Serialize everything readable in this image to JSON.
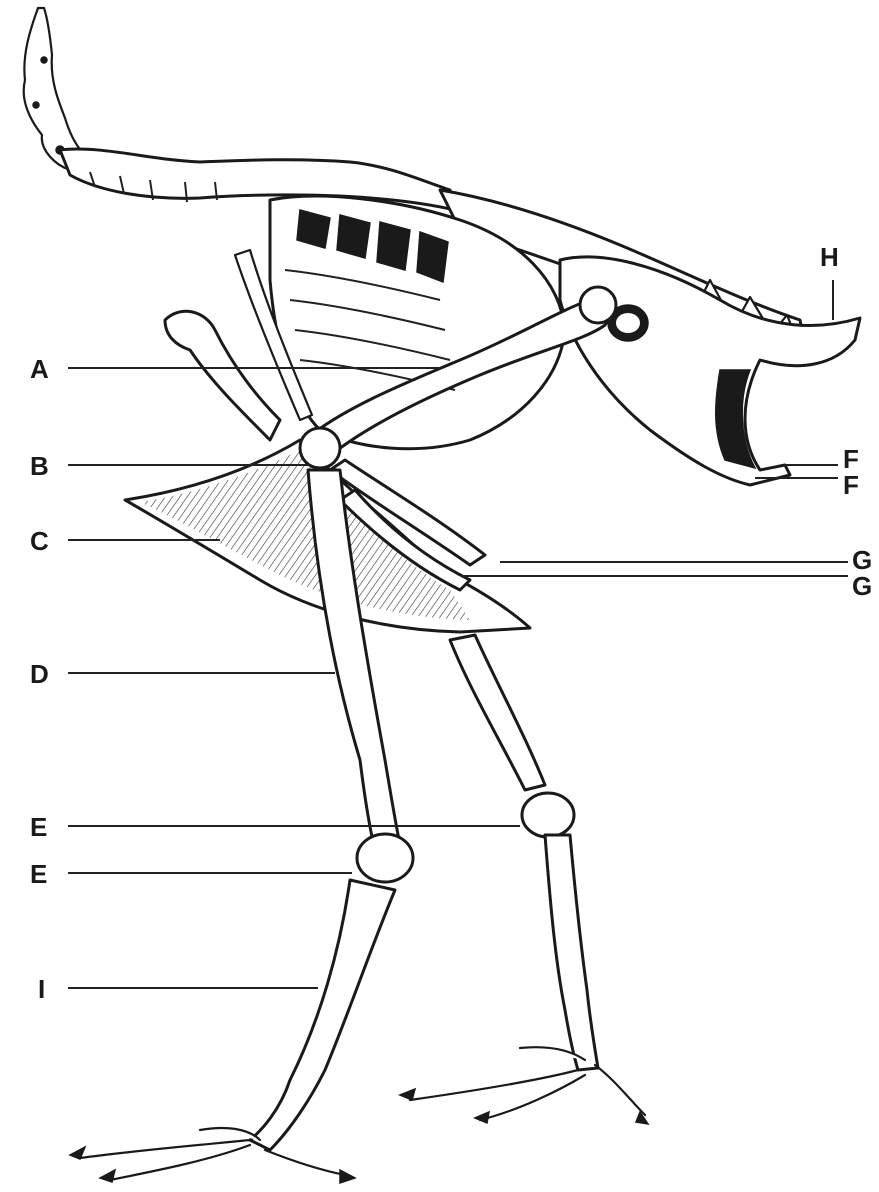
{
  "labels": {
    "A": "A",
    "B": "B",
    "C": "C",
    "D": "D",
    "E1": "E",
    "E2": "E",
    "F1": "F",
    "F2": "F",
    "G1": "G",
    "G2": "G",
    "H": "H",
    "I": "I"
  }
}
